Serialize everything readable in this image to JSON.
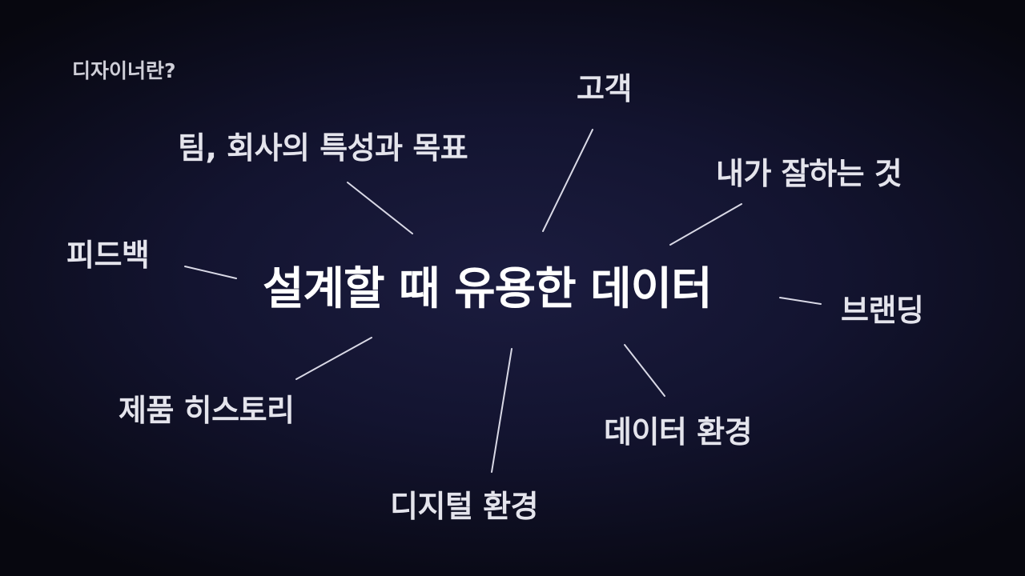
{
  "header": {
    "label": "디자이너란?"
  },
  "center": {
    "title": "설계할 때 유용한 데이터"
  },
  "nodes": [
    {
      "id": "customer",
      "label": "고객"
    },
    {
      "id": "team-company",
      "label": "팀, 회사의 특성과 목표"
    },
    {
      "id": "my-strengths",
      "label": "내가 잘하는 것"
    },
    {
      "id": "feedback",
      "label": "피드백"
    },
    {
      "id": "branding",
      "label": "브랜딩"
    },
    {
      "id": "product-history",
      "label": "제품 히스토리"
    },
    {
      "id": "data-environment",
      "label": "데이터 환경"
    },
    {
      "id": "digital-environment",
      "label": "디지털 환경"
    }
  ],
  "colors": {
    "background_center": "#1b1c3f",
    "background_edge": "#07070f",
    "text": "#e4e4ec",
    "center_text": "#ffffff",
    "connector": "#d9d9e6"
  }
}
